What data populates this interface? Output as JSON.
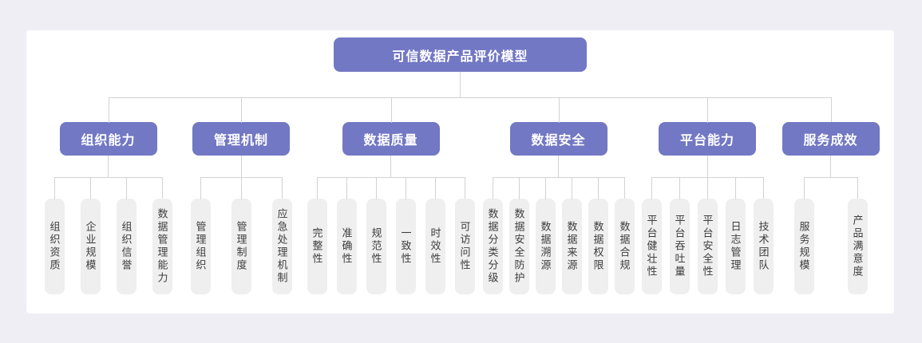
{
  "colors": {
    "page_background": "#efeef5",
    "card_background": "#ffffff",
    "accent_purple": "#7278c3",
    "leaf_background": "#efefef",
    "connector_line": "#d2d2d5",
    "node_text": "#ffffff",
    "leaf_text": "#3d3d3d"
  },
  "root": {
    "label": "可信数据产品评价模型"
  },
  "groups": [
    {
      "label": "组织能力",
      "children": [
        "组织资质",
        "企业规模",
        "组织信誉",
        "数据管理能力"
      ]
    },
    {
      "label": "管理机制",
      "children": [
        "管理组织",
        "管理制度",
        "应急处理机制"
      ]
    },
    {
      "label": "数据质量",
      "children": [
        "完整性",
        "准确性",
        "规范性",
        "一致性",
        "时效性",
        "可访问性"
      ]
    },
    {
      "label": "数据安全",
      "children": [
        "数据分类分级",
        "数据安全防护",
        "数据溯源",
        "数据来源",
        "数据权限",
        "数据合规"
      ]
    },
    {
      "label": "平台能力",
      "children": [
        "平台健壮性",
        "平台吞吐量",
        "平台安全性",
        "日志管理",
        "技术团队"
      ]
    },
    {
      "label": "服务成效",
      "children": [
        "服务规模",
        "产品满意度"
      ]
    }
  ]
}
